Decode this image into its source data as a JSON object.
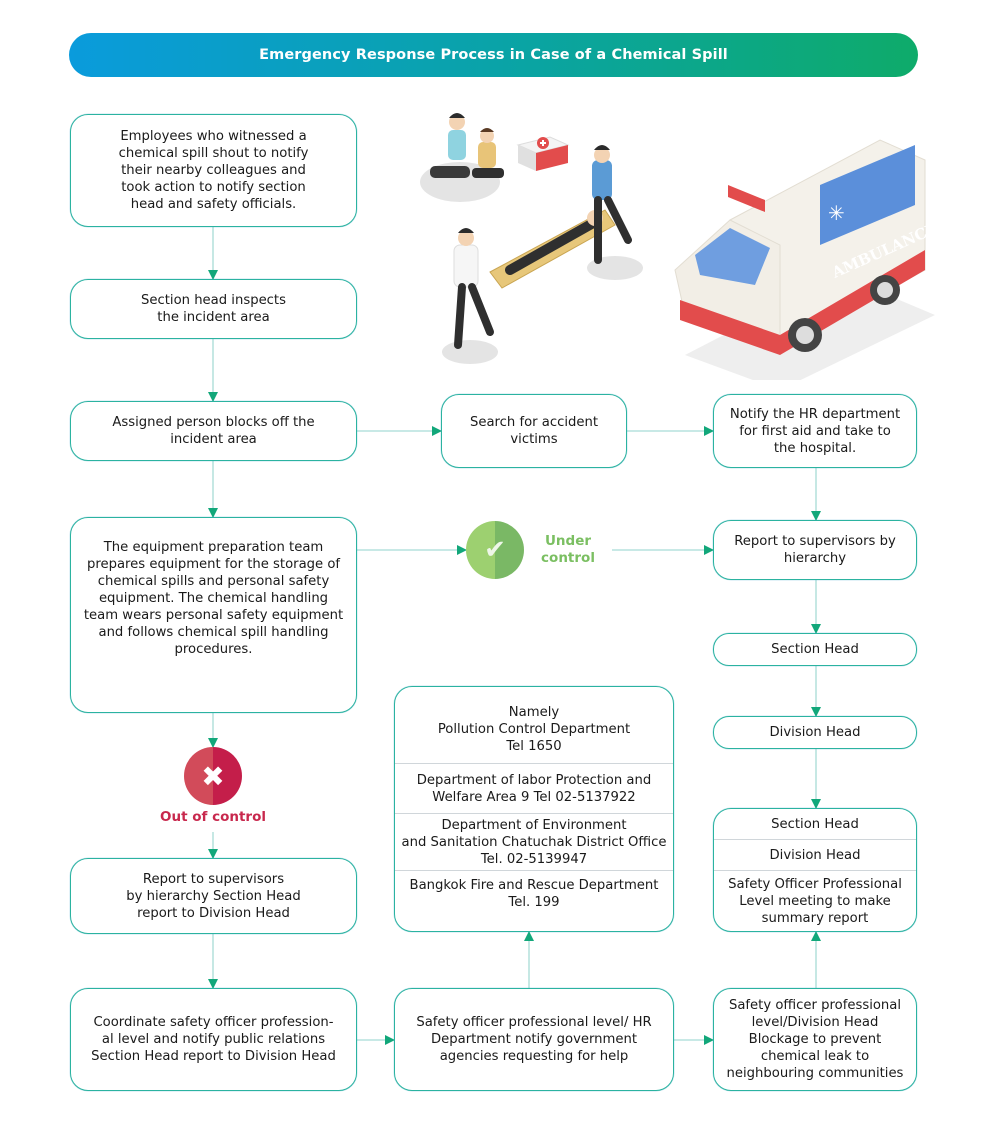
{
  "title": "Emergency Response Process in Case of a Chemical Spill",
  "colors": {
    "banner_start": "#0a9bdc",
    "banner_end": "#0eab6a",
    "box_border": "#2bb3a0",
    "arrow": "#12a77a",
    "connector_line": "#a8dcd6",
    "under_control": "#7bbf62",
    "out_of_control": "#c8284d"
  },
  "steps": {
    "witness": "Employees who witnessed a\nchemical spill shout to notify\ntheir nearby colleagues and\ntook action to notify section\nhead and safety officials.",
    "inspect": "Section head inspects\nthe incident area",
    "block_off": "Assigned person blocks off the\nincident area",
    "search_victims": "Search for accident\nvictims",
    "notify_hr": "Notify the HR department\nfor first aid and take to\nthe hospital.",
    "equipment_prep": "The equipment preparation team\nprepares equipment for the storage of\nchemical spills and personal safety\nequipment. The chemical handling\nteam wears personal safety equipment\nand follows chemical spill handling\nprocedures.",
    "report_hierarchy": "Report to supervisors by\nhierarchy",
    "section_head": "Section Head",
    "division_head": "Division Head",
    "report_out_of_control": "Report to supervisors\nby hierarchy Section Head\nreport to Division Head",
    "coordinate": "Coordinate safety officer profession-\nal level and notify public relations\nSection Head report to Division Head",
    "notify_agencies": "Safety officer professional level/ HR\nDepartment notify government\nagencies requesting for help",
    "blockage": "Safety officer professional\nlevel/Division Head\nBlockage to prevent\nchemical leak to\nneighbouring communities"
  },
  "agencies": [
    "Namely\nPollution Control Department\nTel 1650",
    "Department of labor Protection and\nWelfare Area 9 Tel 02-5137922",
    "Department of Environment\nand Sanitation Chatuchak District Office\nTel. 02-5139947",
    "Bangkok Fire and Rescue Department\nTel. 199"
  ],
  "summary_meeting": [
    "Section Head",
    "Division Head",
    "Safety Officer Professional\nLevel meeting to make\nsummary report"
  ],
  "status": {
    "under_control": {
      "label": "Under\ncontrol",
      "icon": "check-icon",
      "glyph": "✔"
    },
    "out_of_control": {
      "label": "Out of control",
      "icon": "x-icon",
      "glyph": "✖"
    }
  },
  "illustration": {
    "description": "first-aid-and-ambulance-illustration",
    "ambulance_text": "AMBULANCE"
  }
}
